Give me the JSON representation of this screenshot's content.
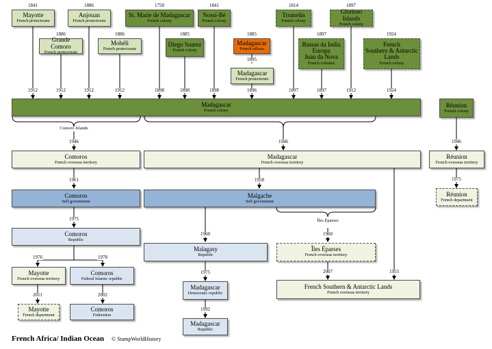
{
  "footer": {
    "title": "French Africa/ Indian Ocean",
    "copyright": "© StampWorldHistory"
  },
  "boxes": {
    "mayotte_prot": {
      "name": "Mayotte",
      "status": "French protectorate",
      "year": "1841"
    },
    "anjouan": {
      "name": "Anjouan",
      "status": "French protectorate",
      "year": "1886"
    },
    "stmarie": {
      "name": "St. Marie de Madagascar",
      "status": "French colony",
      "year": "1750"
    },
    "nossibe": {
      "name": "Nossi-Bé",
      "status": "French colony",
      "year": "1841"
    },
    "tromelin": {
      "name": "Tromelin",
      "status": "French colony",
      "year": "1814"
    },
    "glorioso": {
      "name": "Glorioso Islands",
      "status": "French colony",
      "year": "1897"
    },
    "grandecomoro": {
      "name": "Grande Comoro",
      "status": "French protectorate",
      "year": "1886"
    },
    "moheli": {
      "name": "Mohéli",
      "status": "French protectorate",
      "year": "1886"
    },
    "diegosuarez": {
      "name": "Diego Suarez",
      "status": "French colony",
      "year": "1885"
    },
    "madagascar_offices": {
      "name": "Madagascar",
      "status": "French offices",
      "year": "1885"
    },
    "madagascar_prot": {
      "name": "Madagascar",
      "status": "French protectorate",
      "year": "1895"
    },
    "bassas": {
      "name": "Bassas da India\nEuropa\nJuan da Nova",
      "status": "French colonies",
      "year": "1897"
    },
    "southern_lands": {
      "name": "French\nSouthern & Antarctic\nLands",
      "status": "French colony",
      "year": "1924"
    },
    "madagascar_colony": {
      "name": "Madagascar",
      "status": "French colony"
    },
    "reunion_colony": {
      "name": "Réunion",
      "status": "French colony"
    },
    "comoros_territory": {
      "name": "Comoros",
      "status": "French overseas territory",
      "year": "1946"
    },
    "madagascar_territory": {
      "name": "Madagascar",
      "status": "French overseas territory",
      "year": "1946"
    },
    "reunion_territory": {
      "name": "Réunion",
      "status": "French overseas territory",
      "year": "1946"
    },
    "reunion_dept": {
      "name": "Réunion",
      "status": "French department",
      "year": "1975"
    },
    "comoros_selfgov": {
      "name": "Comoros",
      "status": "Self government",
      "year": "1961"
    },
    "malgache": {
      "name": "Malgache",
      "status": "Self government",
      "year": "1958"
    },
    "comoros_republic": {
      "name": "Comoros",
      "status": "Republic",
      "year": "1975"
    },
    "malagasy": {
      "name": "Malagasy",
      "status": "Republic",
      "year": "1960"
    },
    "iles_eparses": {
      "name": "Îles Éparses",
      "status": "French overseas territory",
      "year": "1960"
    },
    "mayotte_territory": {
      "name": "Mayotte",
      "status": "French overseas territory",
      "year": "1976"
    },
    "comoros_federal": {
      "name": "Comoros",
      "status": "Federal Islamic republic",
      "year": "1978"
    },
    "madagascar_democratic": {
      "name": "Madagascar",
      "status": "Democratic republic",
      "year": "1975"
    },
    "fsal_territory": {
      "name": "French Southern & Antarctic Lands",
      "status": "French overseas territory",
      "year": "2007"
    },
    "mayotte_dept": {
      "name": "Mayotte",
      "status": "French department",
      "year": "2011"
    },
    "comoros_federation": {
      "name": "Comoros",
      "status": "Federation",
      "year": "2002"
    },
    "madagascar_republic": {
      "name": "Madagascar",
      "status": "Republic",
      "year": "1992"
    }
  },
  "arrow_years": {
    "a1": "1912",
    "a2": "1912",
    "a3": "1912",
    "a4": "1912",
    "a5": "1898",
    "a6": "1898",
    "a7": "1898",
    "a8": "1896",
    "a9": "1897",
    "a10": "1897",
    "a11": "1912",
    "a12": "1924",
    "fsal_1955": "1955"
  },
  "notes": {
    "comoro_islands": "Comoro Islands",
    "iles_eparses_label": "Îles Éparses"
  }
}
